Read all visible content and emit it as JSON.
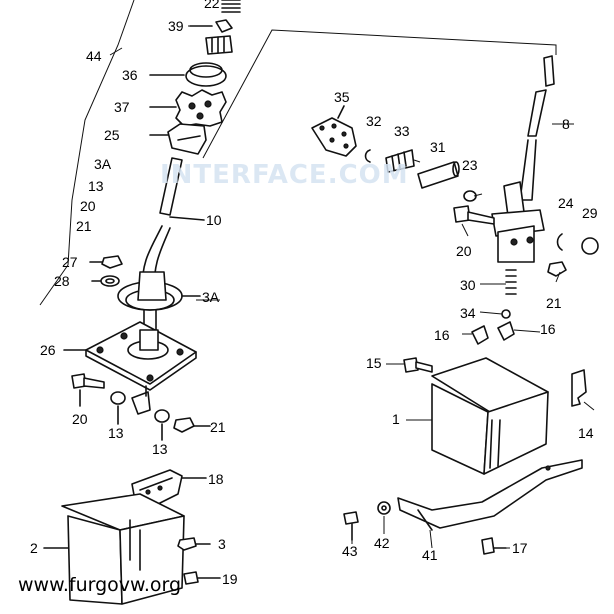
{
  "watermark": "INTERFACE.COM",
  "site": "www.furgovw.org",
  "labels": {
    "l22": "22",
    "l39": "39",
    "l44": "44",
    "l36": "36",
    "l37": "37",
    "l25": "25",
    "l3a_a": "3A",
    "l13_a": "13",
    "l20_a": "20",
    "l21_a": "21",
    "l10": "10",
    "l27": "27",
    "l28": "28",
    "l3a_b": "3A",
    "l26": "26",
    "l20_b": "20",
    "l13_b": "13",
    "l13_c": "13",
    "l21_b": "21",
    "l18": "18",
    "l2": "2",
    "l3": "3",
    "l19": "19",
    "l35": "35",
    "l32": "32",
    "l33": "33",
    "l31": "31",
    "l23": "23",
    "l8": "8",
    "l24": "24",
    "l29": "29",
    "l20_c": "20",
    "l30": "30",
    "l21_c": "21",
    "l34": "34",
    "l16_a": "16",
    "l16_b": "16",
    "l15": "15",
    "l1": "1",
    "l14": "14",
    "l43": "43",
    "l42": "42",
    "l41": "41",
    "l17": "17"
  }
}
